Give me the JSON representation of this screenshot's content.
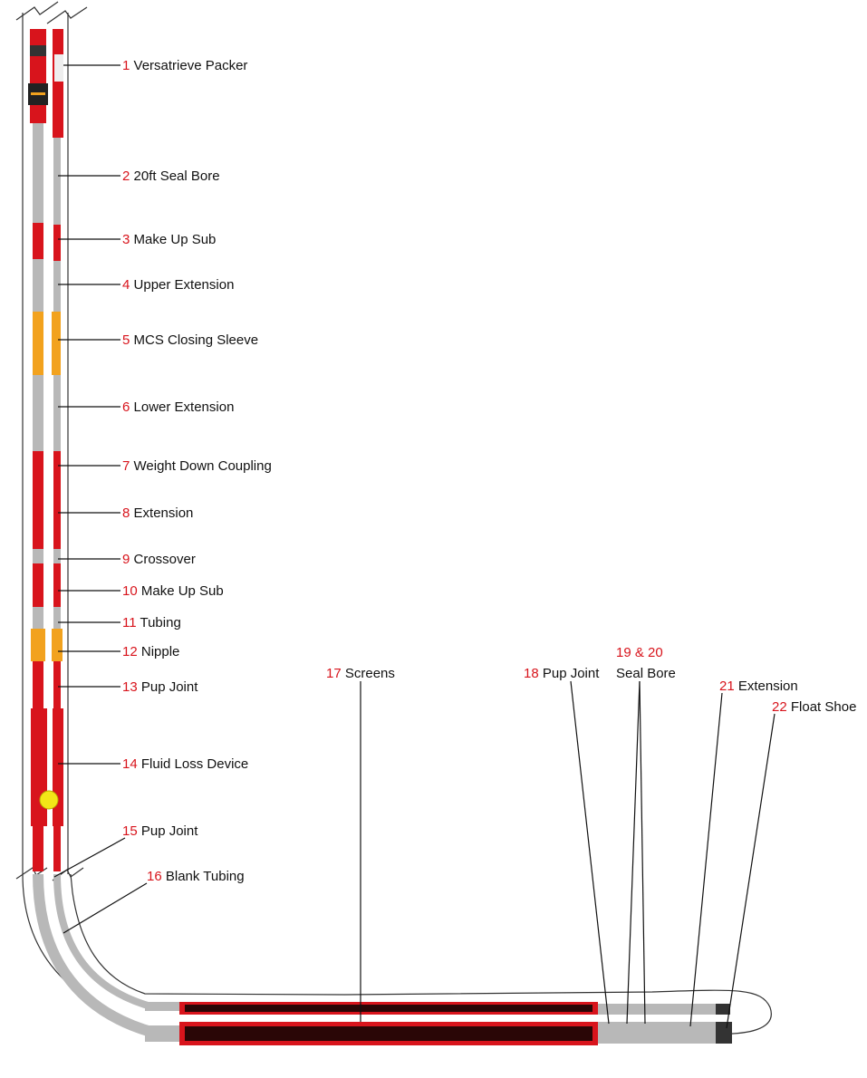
{
  "colors": {
    "tool_red": "#d8141c",
    "tool_gray": "#b8b8b8",
    "tool_orange": "#f2a21e",
    "ball_yellow": "#f3e617",
    "screen_dark": "#2a0606",
    "label_number": "#d8141c",
    "label_text": "#111111",
    "wellbore_line": "#333333"
  },
  "components": [
    {
      "num": "1",
      "name": "Versatrieve Packer",
      "icon": "packer"
    },
    {
      "num": "2",
      "name": "20ft Seal Bore",
      "icon": "seal-bore"
    },
    {
      "num": "3",
      "name": "Make Up Sub",
      "icon": "sub"
    },
    {
      "num": "4",
      "name": "Upper Extension",
      "icon": "extension"
    },
    {
      "num": "5",
      "name": "MCS Closing Sleeve",
      "icon": "sleeve"
    },
    {
      "num": "6",
      "name": "Lower Extension",
      "icon": "extension"
    },
    {
      "num": "7",
      "name": "Weight Down Coupling",
      "icon": "coupling"
    },
    {
      "num": "8",
      "name": "Extension",
      "icon": "extension"
    },
    {
      "num": "9",
      "name": "Crossover",
      "icon": "crossover"
    },
    {
      "num": "10",
      "name": "Make Up Sub",
      "icon": "sub"
    },
    {
      "num": "11",
      "name": "Tubing",
      "icon": "tubing"
    },
    {
      "num": "12",
      "name": "Nipple",
      "icon": "nipple"
    },
    {
      "num": "13",
      "name": "Pup Joint",
      "icon": "pup-joint"
    },
    {
      "num": "14",
      "name": "Fluid Loss Device",
      "icon": "fluid-loss-ball"
    },
    {
      "num": "15",
      "name": "Pup Joint",
      "icon": "pup-joint"
    },
    {
      "num": "16",
      "name": "Blank Tubing",
      "icon": "tubing"
    },
    {
      "num": "17",
      "name": "Screens",
      "icon": "screen"
    },
    {
      "num": "18",
      "name": "Pup Joint",
      "icon": "pup-joint"
    },
    {
      "num": "19 & 20",
      "name": "Seal Bore",
      "icon": "seal-bore"
    },
    {
      "num": "21",
      "name": "Extension",
      "icon": "extension"
    },
    {
      "num": "22",
      "name": "Float Shoe",
      "icon": "float-shoe"
    }
  ]
}
